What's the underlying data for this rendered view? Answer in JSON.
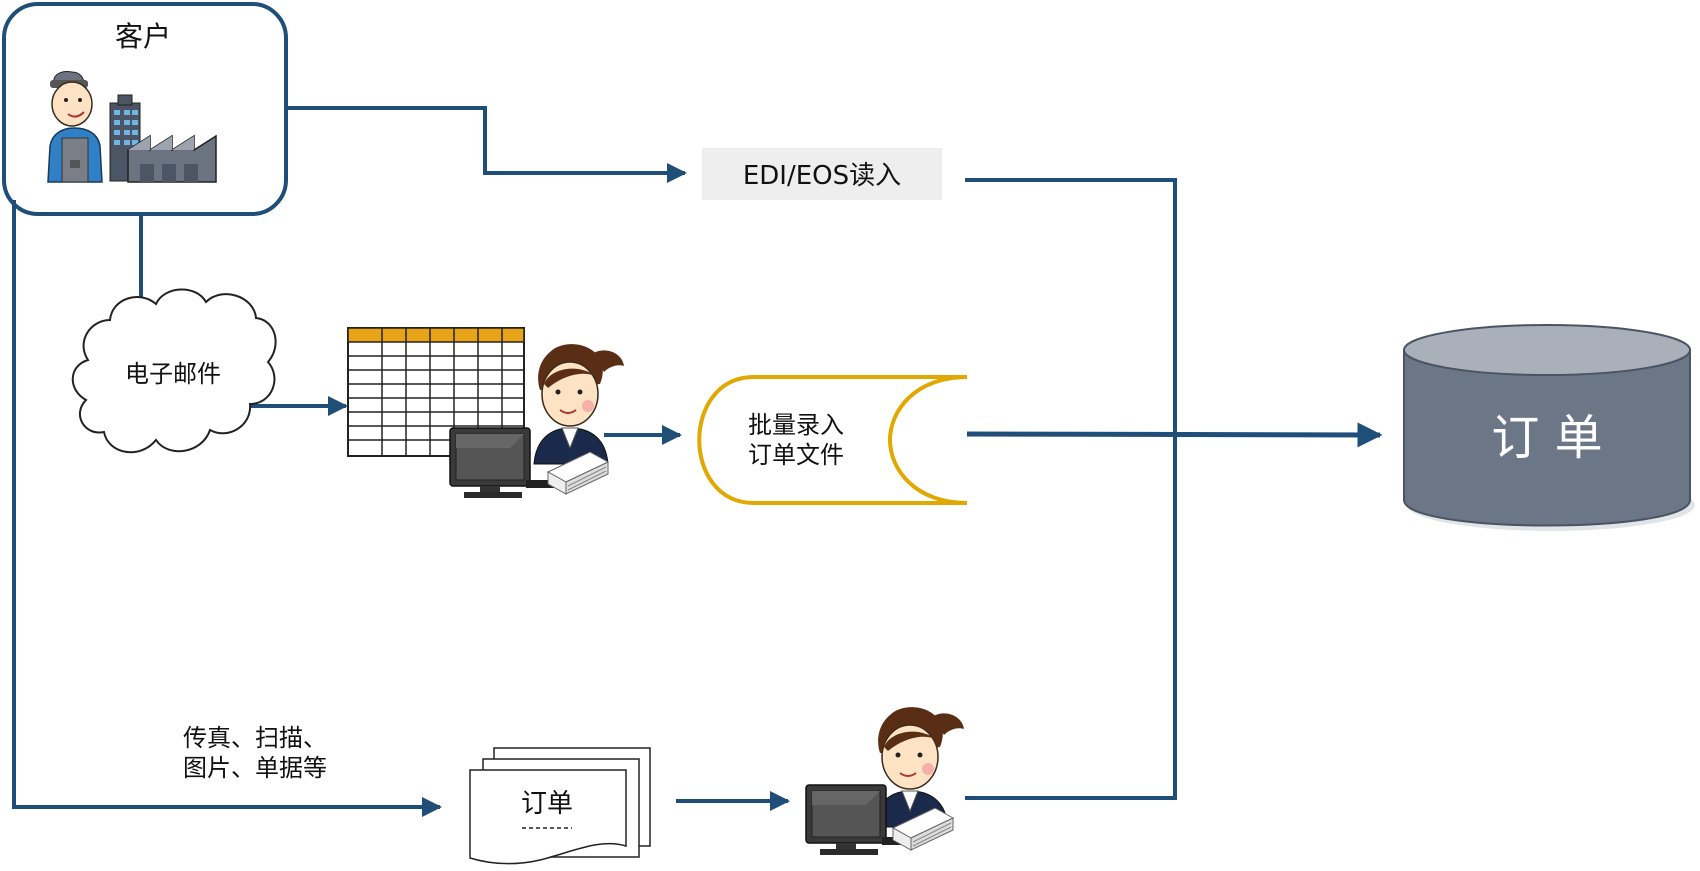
{
  "customer": {
    "label": "客户"
  },
  "channels": {
    "edi": {
      "label": "EDI/EOS读入"
    },
    "email": {
      "label": "电子邮件"
    },
    "batch_file": {
      "line1": "批量录入",
      "line2": "订单文件"
    },
    "fax": {
      "line1": "传真、扫描、",
      "line2": "图片、单据等"
    },
    "paper_order": {
      "label": "订单"
    }
  },
  "database": {
    "label": "订 单"
  },
  "colors": {
    "line": "#1f4e79",
    "batch_border": "#e0a800",
    "db_body": "#6b7686",
    "db_top": "#a9b0ba",
    "edi_bg": "#eeeeee",
    "spreadsheet_header": "#e8a317"
  },
  "icons": [
    "worker-icon",
    "factory-icon",
    "cloud-icon",
    "spreadsheet-icon",
    "clerk-at-computer-icon",
    "document-stack-icon",
    "database-icon"
  ]
}
